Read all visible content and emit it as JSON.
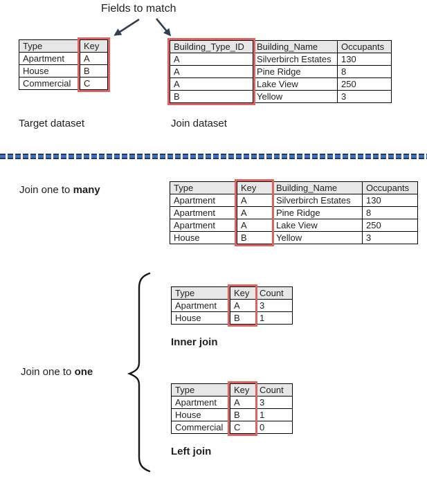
{
  "title": "Fields to match",
  "labels": {
    "one_to_many": {
      "prefix": "Join one to ",
      "bold": "many"
    },
    "one_to_one": {
      "prefix": "Join one to ",
      "bold": "one"
    }
  },
  "datasets": {
    "target": {
      "headers": [
        "Type",
        "Key"
      ],
      "rows": [
        [
          "Apartment",
          "A"
        ],
        [
          "House",
          "B"
        ],
        [
          "Commercial",
          "C"
        ]
      ],
      "caption": "Target dataset"
    },
    "join": {
      "headers": [
        "Building_Type_ID",
        "Building_Name",
        "Occupants"
      ],
      "rows": [
        [
          "A",
          "Silverbirch Estates",
          "130"
        ],
        [
          "A",
          "Pine Ridge",
          "8"
        ],
        [
          "A",
          "Lake View",
          "250"
        ],
        [
          "B",
          "Yellow",
          "3"
        ]
      ],
      "caption": "Join dataset"
    },
    "one_to_many": {
      "headers": [
        "Type",
        "Key",
        "Building_Name",
        "Occupants"
      ],
      "rows": [
        [
          "Apartment",
          "A",
          "Silverbirch Estates",
          "130"
        ],
        [
          "Apartment",
          "A",
          "Pine Ridge",
          "8"
        ],
        [
          "Apartment",
          "A",
          "Lake View",
          "250"
        ],
        [
          "House",
          "B",
          "Yellow",
          "3"
        ]
      ]
    },
    "inner_join": {
      "headers": [
        "Type",
        "Key",
        "Count"
      ],
      "rows": [
        [
          "Apartment",
          "A",
          "3"
        ],
        [
          "House",
          "B",
          "1"
        ]
      ],
      "caption": "Inner join"
    },
    "left_join": {
      "headers": [
        "Type",
        "Key",
        "Count"
      ],
      "rows": [
        [
          "Apartment",
          "A",
          "3"
        ],
        [
          "House",
          "B",
          "1"
        ],
        [
          "Commercial",
          "C",
          "0"
        ]
      ],
      "caption": "Left join"
    }
  },
  "colors": {
    "highlight": "#E2615C",
    "header_bg": "#E8E7E7",
    "divider_navy": "#1F3864",
    "divider_blue": "#4472C4",
    "arrow": "#333F50",
    "brace": "#161616"
  }
}
